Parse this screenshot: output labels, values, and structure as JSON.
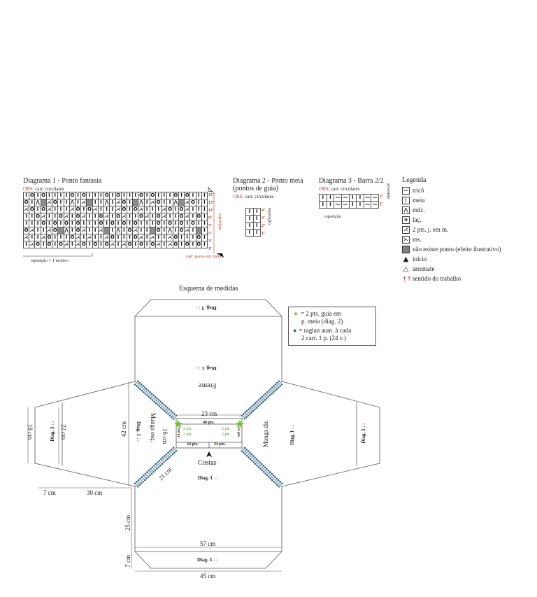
{
  "diag1": {
    "title": "Diagrama 1 - Ponto fantasia",
    "obs_prefix": "OBS",
    "obs_text": ": carr. circulares",
    "rows": [
      "|o|o||||o|o|||o|o|||o|o|||o|o||",
      "o|*|^o||*|^o||*|^o||*|^o||*|^o|",
      "^o|o^|||^o|o^|||^o|o^|||^o|o^||",
      "||o^||o^|o^||o^|o^||o^|o^||o^|o",
      "|||o|o|o|o|||o|o|o|o|||o|o|o|o|",
      "o^||^o|*|o^||^o|*|o^||^o|*|o^||",
      "^||^o|||o^|^||^o|||o^|^||^o|||o",
      "|^o|o|o^|^o|o|o^|^o|o|o^|^o|o|o"
    ],
    "row_labels": [
      "15ª",
      "13ª",
      "11ª",
      "9ª",
      "7ª",
      "5ª",
      "3ª",
      "1ª"
    ],
    "side_label": "repetição",
    "carr_note": "carr. pares em meia",
    "repeat_label": "repetição = 1 motivo"
  },
  "diag2": {
    "title_line1": "Diagrama 2 - Ponto meia",
    "title_line2": "(pontos de guia)",
    "obs_prefix": "OBS",
    "obs_text": ": carr. circulares",
    "row_labels": [
      "4ª",
      "3ª",
      "2ª",
      "1ª"
    ],
    "side_label": "repetição"
  },
  "diag3": {
    "title": "Diagrama 3 - Barra 2/2",
    "obs_prefix": "OBS",
    "obs_text": ": carr. circulares",
    "row_labels": [
      "2ª",
      "1ª"
    ],
    "side_label": "arremate",
    "repeat_label": "repetição"
  },
  "legend": {
    "title": "Legenda",
    "items": [
      {
        "sym": "—",
        "label": "tricô",
        "grey": false
      },
      {
        "sym": "|",
        "label": "meia",
        "grey": false
      },
      {
        "sym": "⋀",
        "label": "mdc.",
        "grey": false
      },
      {
        "sym": "o",
        "label": "laç.",
        "grey": false
      },
      {
        "sym": "⋌",
        "label": "2 pts. j. em m.",
        "grey": false
      },
      {
        "sym": "⋋",
        "label": "ms.",
        "grey": false
      },
      {
        "sym": "",
        "label": "não existe ponto (efeito ilustrativo)",
        "grey": true
      }
    ],
    "start": "início",
    "finish": "arremate",
    "direction": "sentido do trabalho"
  },
  "scheme": {
    "title": "Esquema de medidas",
    "note_star": "= 2 pts. guia em",
    "note_star2": "p. meia (diag. 2)",
    "note_dot": "= raglan aum. à cada",
    "note_dot2": "2 carr. 1 p. (24 v.)",
    "diag3_top": "Diag. 3",
    "diag1_front": "Diag. 1",
    "front": "Frente",
    "left_sleeve": "Manga esq.",
    "right_sleeve": "Manga dir.",
    "back": "Costas",
    "diag1": "Diag. 1",
    "diag3": "Diag. 3",
    "neck_width": "23 cm",
    "pts40": "40 pts.",
    "pts2a": "2 pts.",
    "pts2b": "2 pts.",
    "pts2c": "2 pts.",
    "pts2d": "2 pts.",
    "pts24_left": "24 pts.",
    "pts24_right": "24 pts.",
    "pts24_bl": "24 pts.",
    "pts24_br": "24 pts.",
    "m18": "18 cm",
    "m22": "22 cm",
    "m42": "42 cm",
    "m16": "16 cm",
    "m21": "21 cm",
    "m7a": "7 cm",
    "m30": "30 cm",
    "m25": "25 cm",
    "m57": "57 cm",
    "m7b": "7 cm",
    "m45": "45 cm"
  },
  "colors": {
    "red": "#c0392b",
    "star": "#7ac143",
    "dot": "#1f5f8b",
    "grey": "#8c8c8c"
  }
}
